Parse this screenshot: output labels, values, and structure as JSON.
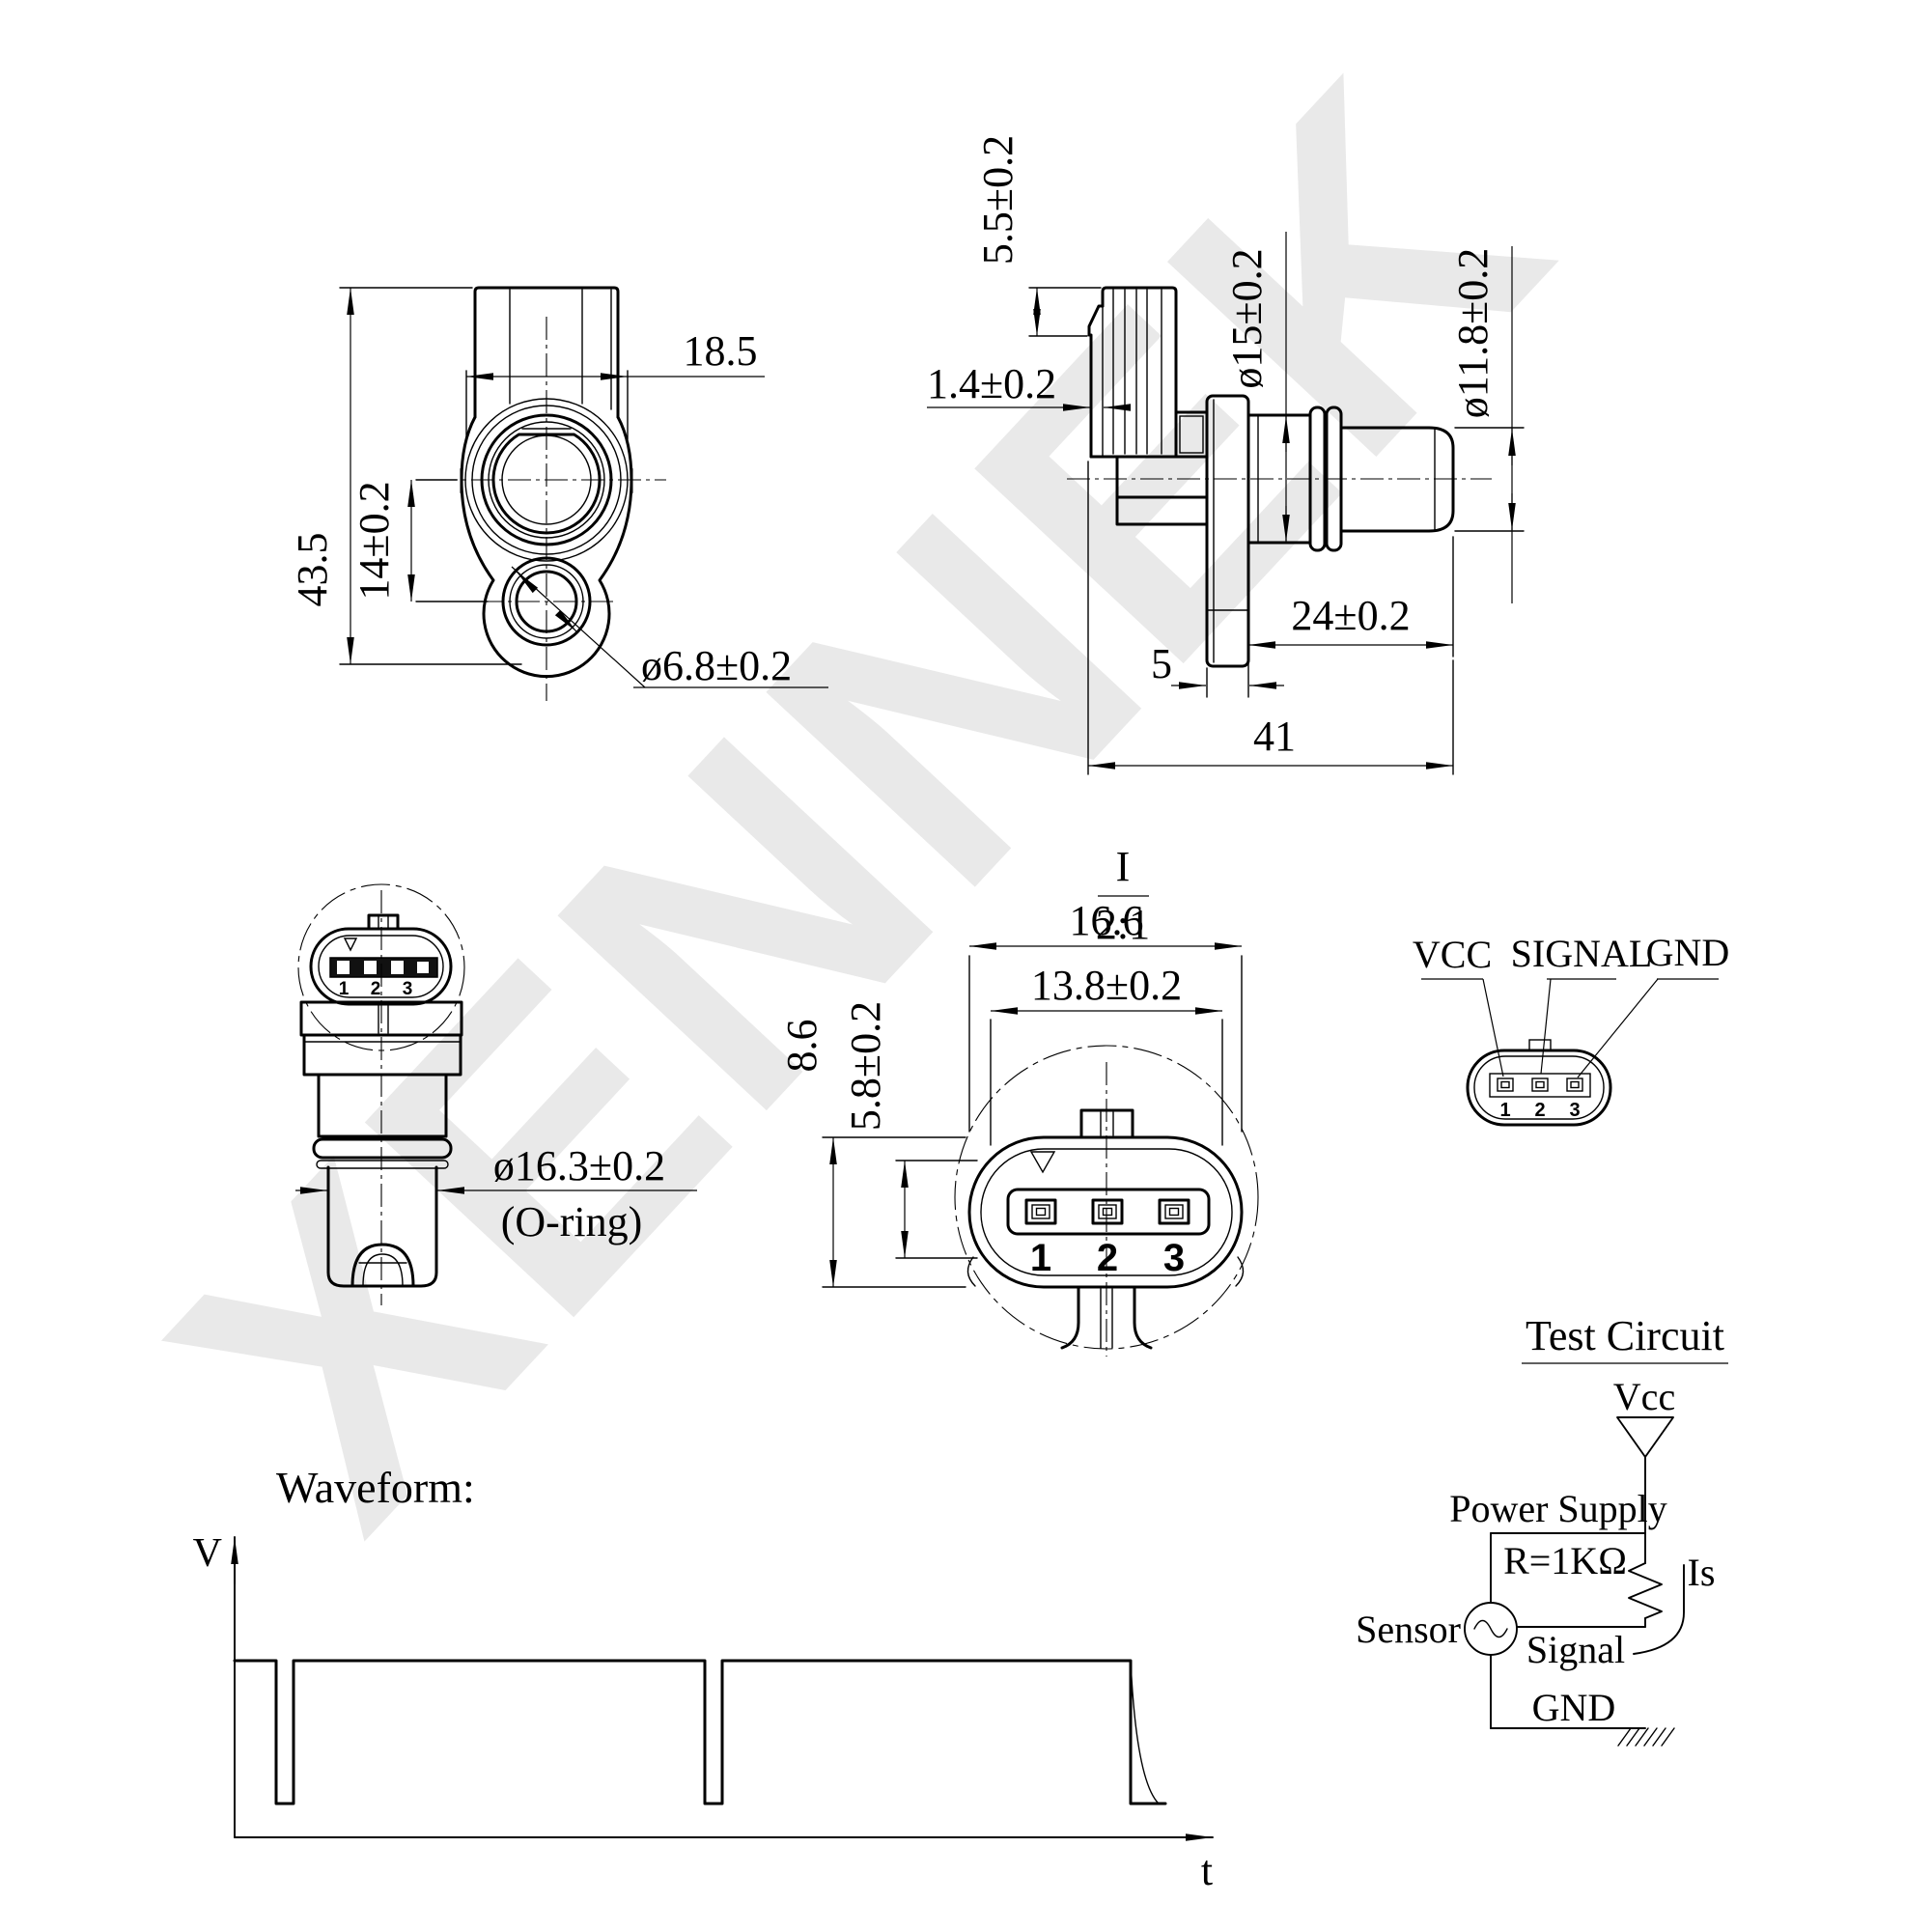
{
  "watermark": {
    "text": "XENNEK"
  },
  "colors": {
    "line": "#000000",
    "watermark": "#e9e9e9",
    "background": "#ffffff"
  },
  "front_view": {
    "dim_width": "18.5",
    "dim_height": "43.5",
    "dim_hole_offset": "14±0.2",
    "dim_hole_dia": "ø6.8±0.2"
  },
  "side_view": {
    "dim_latch": "5.5±0.2",
    "dim_wall": "1.4±0.2",
    "dim_body_dia": "ø15±0.2",
    "dim_tip_dia": "ø11.8±0.2",
    "dim_probe_len": "24±0.2",
    "dim_flange_thickness": "5",
    "dim_overall_len": "41",
    "detail_label": "I",
    "detail_scale": "2:1"
  },
  "top_view": {
    "dim_oring_dia": "ø16.3±0.2",
    "oring_note": "(O-ring)",
    "pin_numbers": [
      "1",
      "2",
      "3"
    ]
  },
  "detail_view": {
    "dim_connector_width": "16.6",
    "dim_pin_span": "13.8±0.2",
    "dim_connector_height": "8.6",
    "dim_inner_height": "5.8±0.2",
    "pin_numbers": [
      "1",
      "2",
      "3"
    ]
  },
  "pinout": {
    "labels": {
      "pin1": "VCC",
      "pin2": "SIGNAL",
      "pin3": "GND"
    },
    "pin_numbers": [
      "1",
      "2",
      "3"
    ]
  },
  "test_circuit": {
    "title": "Test Circuit",
    "vcc_label": "Vcc",
    "power_supply_label": "Power Supply",
    "resistor_label": "R=1KΩ",
    "current_label": "Is",
    "sensor_label": "Sensor",
    "signal_label": "Signal",
    "gnd_label": "GND"
  },
  "waveform": {
    "title": "Waveform:",
    "y_axis_label": "V",
    "x_axis_label": "t"
  }
}
